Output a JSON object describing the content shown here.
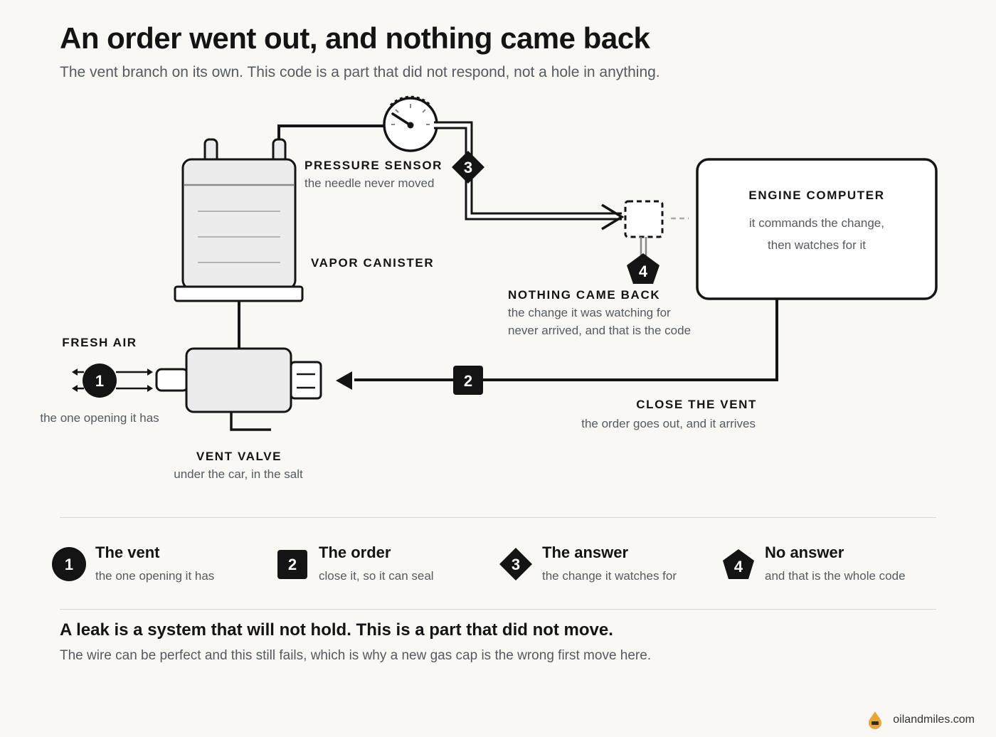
{
  "title": "An order went out, and nothing came back",
  "subtitle": "The vent branch on its own. This code is a part that did not respond, not a hole in anything.",
  "diagram": {
    "pressure_sensor": {
      "label": "PRESSURE SENSOR",
      "sub": "the needle never moved"
    },
    "vapor_canister": {
      "label": "VAPOR CANISTER"
    },
    "engine_computer": {
      "label": "ENGINE COMPUTER",
      "line1": "it commands the change,",
      "line2": "then watches for it"
    },
    "nothing_came_back": {
      "label": "NOTHING CAME BACK",
      "line1": "the change it was watching for",
      "line2": "never arrived, and that is the code"
    },
    "fresh_air": {
      "label": "FRESH AIR",
      "sub": "the one opening it has"
    },
    "close_the_vent": {
      "label": "CLOSE THE VENT",
      "sub": "the order goes out, and it arrives"
    },
    "vent_valve": {
      "label": "VENT VALVE",
      "sub": "under the car, in the salt"
    },
    "badges": [
      "1",
      "2",
      "3",
      "4"
    ]
  },
  "legend": [
    {
      "num": "1",
      "shape": "circle",
      "title": "The vent",
      "sub": "the one opening it has"
    },
    {
      "num": "2",
      "shape": "square",
      "title": "The order",
      "sub": "close it, so it can seal"
    },
    {
      "num": "3",
      "shape": "diamond",
      "title": "The answer",
      "sub": "the change it watches for"
    },
    {
      "num": "4",
      "shape": "pentagon",
      "title": "No answer",
      "sub": "and that is the whole code"
    }
  ],
  "footer": {
    "title": "A leak is a system that will not hold. This is a part that did not move.",
    "body": "The wire can be perfect and this still fails, which is why a new gas cap is the wrong first move here."
  },
  "brand": {
    "name": "oilandmiles.com",
    "icon": "oil-drop-icon",
    "icon_color": "#e8a53a"
  },
  "colors": {
    "ink": "#141414",
    "muted": "#555a60",
    "background": "#f9f8f5",
    "part_fill": "#ececec",
    "rule": "#d9d7d2"
  }
}
